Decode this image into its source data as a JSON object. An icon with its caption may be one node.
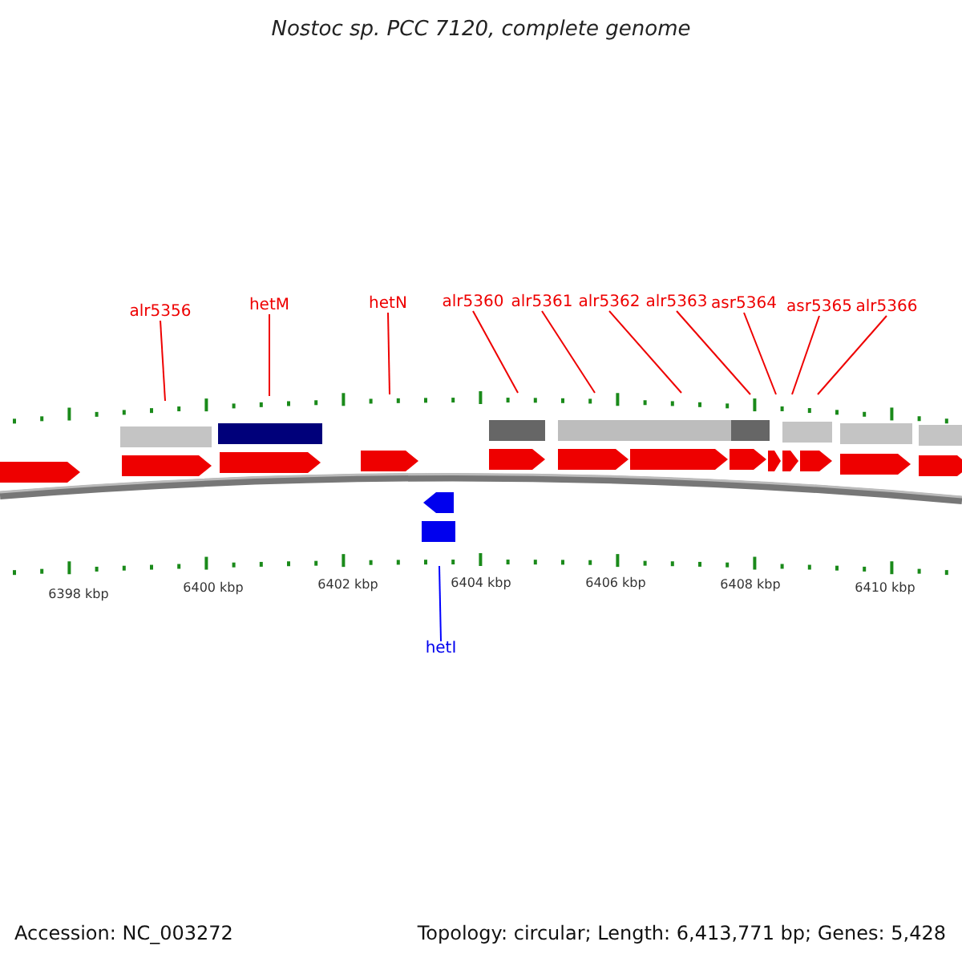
{
  "diagram": {
    "title": "Nostoc sp. PCC 7120, complete genome",
    "nodes": [
      {
        "text": [
          "alr5356"
        ]
      },
      {
        "text": [
          "hetM"
        ]
      },
      {
        "text": [
          "hetN"
        ]
      },
      {
        "text": [
          "alr5360"
        ]
      },
      {
        "text": [
          "alr5361"
        ]
      },
      {
        "text": [
          "alr5362"
        ]
      },
      {
        "text": [
          "alr5363"
        ]
      },
      {
        "text": [
          "asr5364"
        ]
      },
      {
        "text": [
          "asr5365"
        ]
      },
      {
        "text": [
          "alr5366"
        ]
      },
      {
        "text": [
          "hetI"
        ]
      }
    ],
    "edges": [
      {
        "from": 0,
        "to": null,
        "arrow": "none"
      },
      {
        "from": 1,
        "to": null,
        "arrow": "none"
      },
      {
        "from": 2,
        "to": null,
        "arrow": "none"
      },
      {
        "from": 3,
        "to": null,
        "arrow": "none"
      },
      {
        "from": 4,
        "to": null,
        "arrow": "none"
      },
      {
        "from": 5,
        "to": null,
        "arrow": "none"
      },
      {
        "from": 6,
        "to": null,
        "arrow": "none"
      },
      {
        "from": 7,
        "to": null,
        "arrow": "none"
      },
      {
        "from": 8,
        "to": null,
        "arrow": "none"
      },
      {
        "from": 9,
        "to": null,
        "arrow": "none"
      },
      {
        "from": 10,
        "to": null,
        "arrow": "none",
        "color": "#0000ff"
      }
    ],
    "labels": [
      "6398 kbp",
      "6400 kbp",
      "6402 kbp",
      "6404 kbp",
      "6406 kbp",
      "6408 kbp",
      "6410 kbp",
      "Accession: NC_003272",
      "Topology: circular; Length: 6,413,771 bp; Genes: 5,428"
    ]
  }
}
